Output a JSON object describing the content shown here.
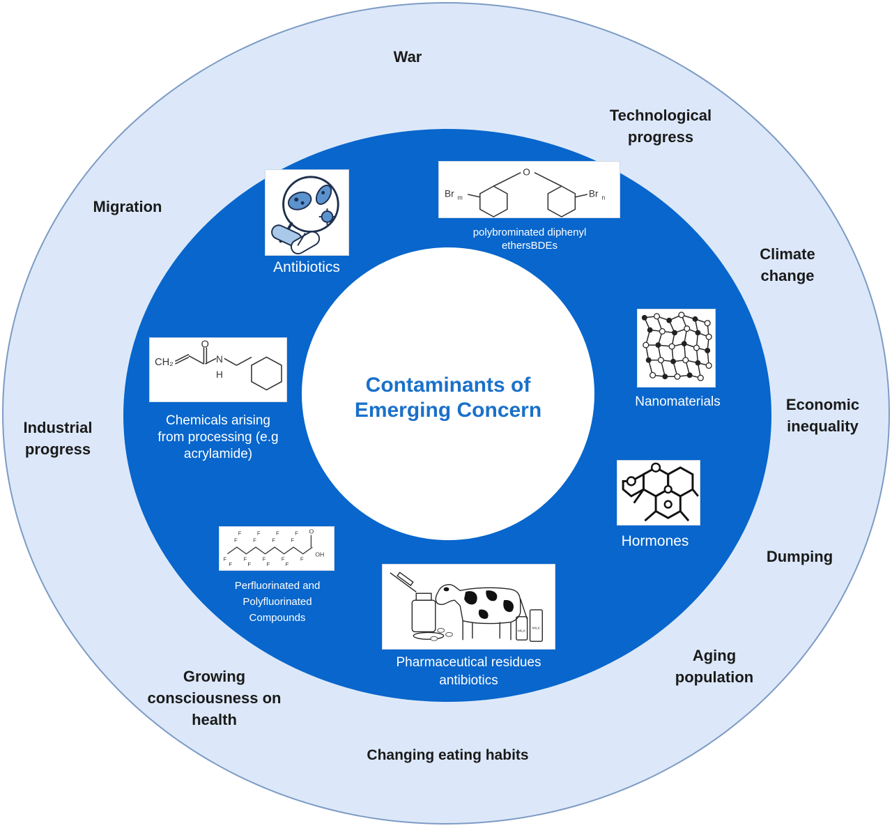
{
  "center": {
    "title_line1": "Contaminants of",
    "title_line2": "Emerging Concern"
  },
  "drivers": {
    "war": "War",
    "technological": [
      "Technological",
      "progress"
    ],
    "migration": "Migration",
    "climate": [
      "Climate",
      "change"
    ],
    "industrial": [
      "Industrial",
      "progress"
    ],
    "economic": [
      "Economic",
      "inequality"
    ],
    "dumping": "Dumping",
    "aging": [
      "Aging",
      "population"
    ],
    "health": [
      "Growing",
      "consciousness on",
      "health"
    ],
    "eating": "Changing eating habits"
  },
  "contaminants": {
    "antibiotics": "Antibiotics",
    "pbde": [
      "polybrominated diphenyl",
      "ethersBDEs"
    ],
    "pbde_formula": {
      "o": "O",
      "left": "Br",
      "left_sub": "m",
      "right": "Br",
      "right_sub": "n"
    },
    "nanomaterials": "Nanomaterials",
    "chemicals": [
      "Chemicals arising",
      "from processing (e.g",
      "acrylamide)"
    ],
    "acrylamide_formula": {
      "ch2": "CH₂",
      "o": "O",
      "nh": "H",
      "n": "N"
    },
    "hormones": "Hormones",
    "pfas": [
      "Perfluorinated and",
      "Polyfluorinated",
      "Compounds"
    ],
    "pfas_formula": {
      "oh": "OH",
      "o": "O"
    },
    "pharma": [
      "Pharmaceutical residues",
      "antibiotics"
    ],
    "milk": "MILK"
  },
  "colors": {
    "outer_ring": "#dce8f9",
    "inner_ring": "#0866cc",
    "center_text": "#1a70c9",
    "icon_blue": "#3d7fc1"
  }
}
